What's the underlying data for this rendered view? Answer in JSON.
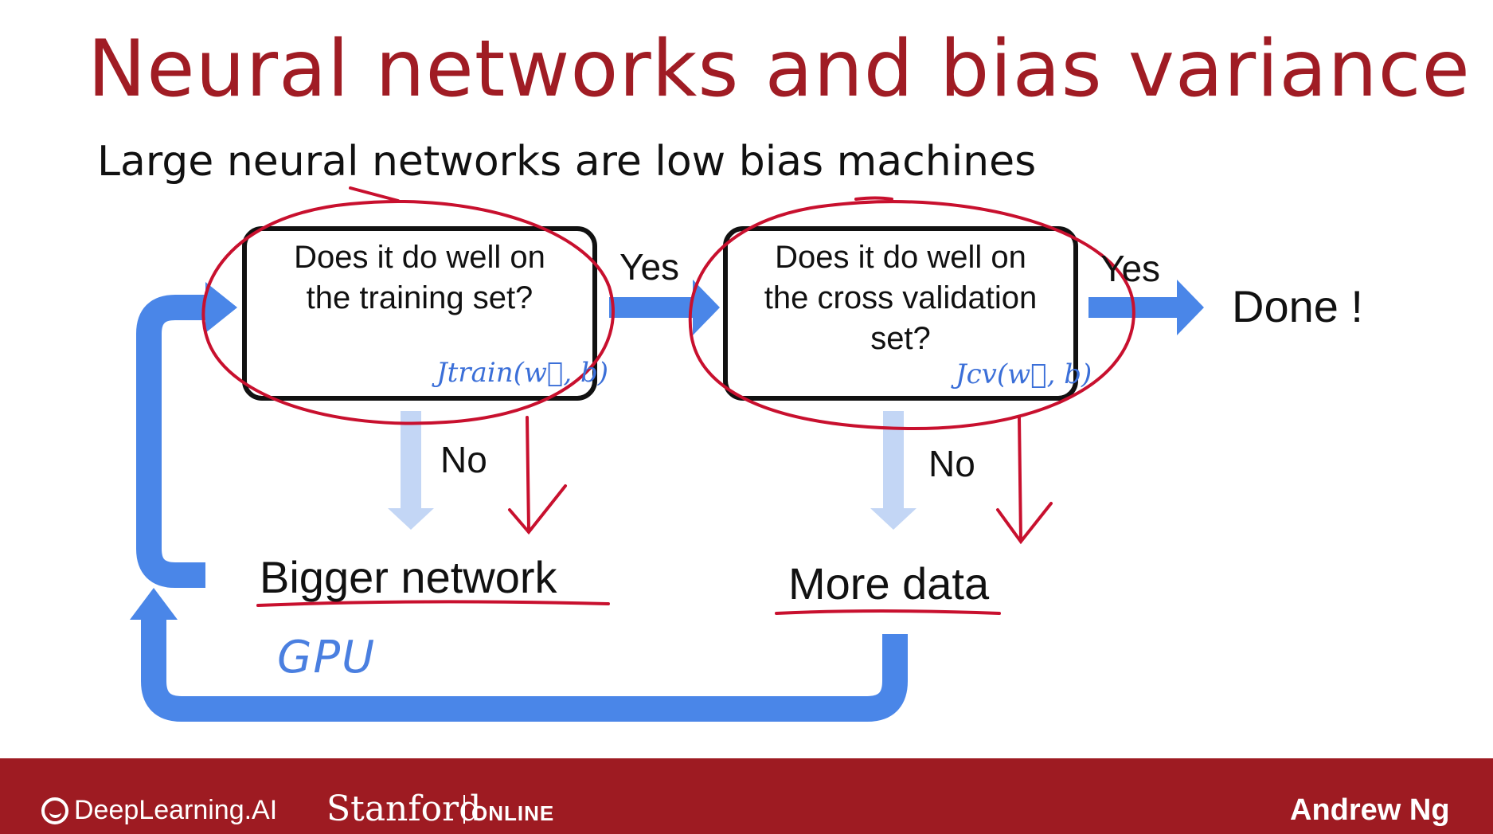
{
  "slide": {
    "title": "Neural networks and bias variance",
    "subtitle": "Large neural networks are low bias machines"
  },
  "diagram": {
    "box_training": {
      "text": "Does it do well on the training set?",
      "formula": "Jtrain(w⃗, b)"
    },
    "box_cv": {
      "text": "Does it do well on the cross validation set?",
      "formula": "Jcv(w⃗, b)"
    },
    "yes_label_1": "Yes",
    "yes_label_2": "Yes",
    "no_label_1": "No",
    "no_label_2": "No",
    "done": "Done !",
    "bigger_network": "Bigger network",
    "more_data": "More data",
    "gpu_note": "GPU"
  },
  "footer": {
    "deeplearning": "DeepLearning.AI",
    "stanford": "Stanford",
    "online": "ONLINE",
    "instructor": "Andrew Ng"
  },
  "colors": {
    "title_red": "#a01c24",
    "arrow_blue": "#4a86e8",
    "arrow_light_blue": "#c3d6f5",
    "annotation_red": "#c8102e",
    "footer_red": "#9e1b22"
  }
}
